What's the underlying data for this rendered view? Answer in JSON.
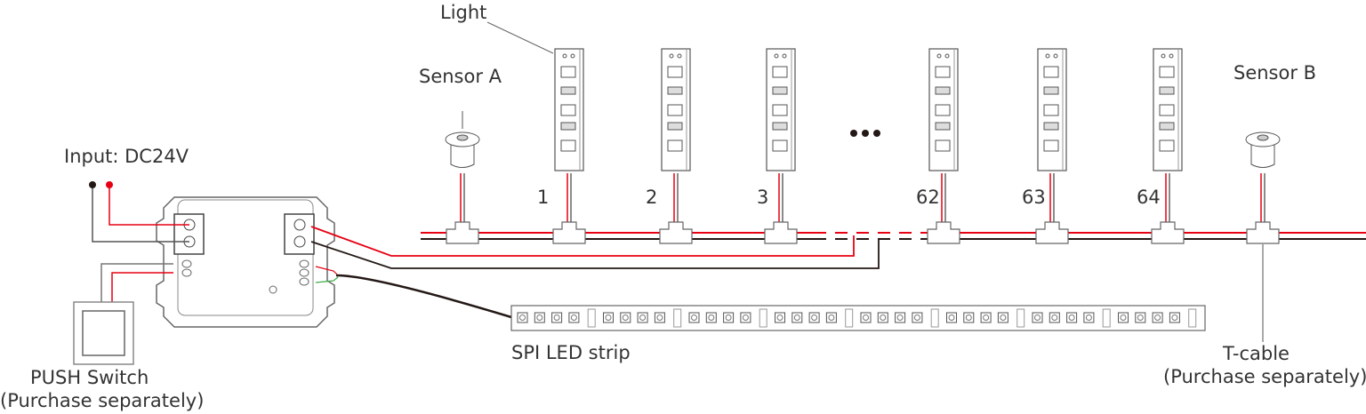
{
  "labels": {
    "light": "Light",
    "sensor_a": "Sensor A",
    "sensor_b": "Sensor B",
    "input": "Input: DC24V",
    "push_switch": "PUSH Switch",
    "push_switch_note": "(Purchase separately)",
    "strip": "SPI LED strip",
    "t_cable": "T-cable",
    "t_cable_note": "(Purchase separately)"
  },
  "lights": [
    "1",
    "2",
    "3",
    "62",
    "63",
    "64"
  ],
  "colors": {
    "red": "#e60012",
    "black": "#231815",
    "gray": "#888888",
    "green": "#3fae49"
  }
}
